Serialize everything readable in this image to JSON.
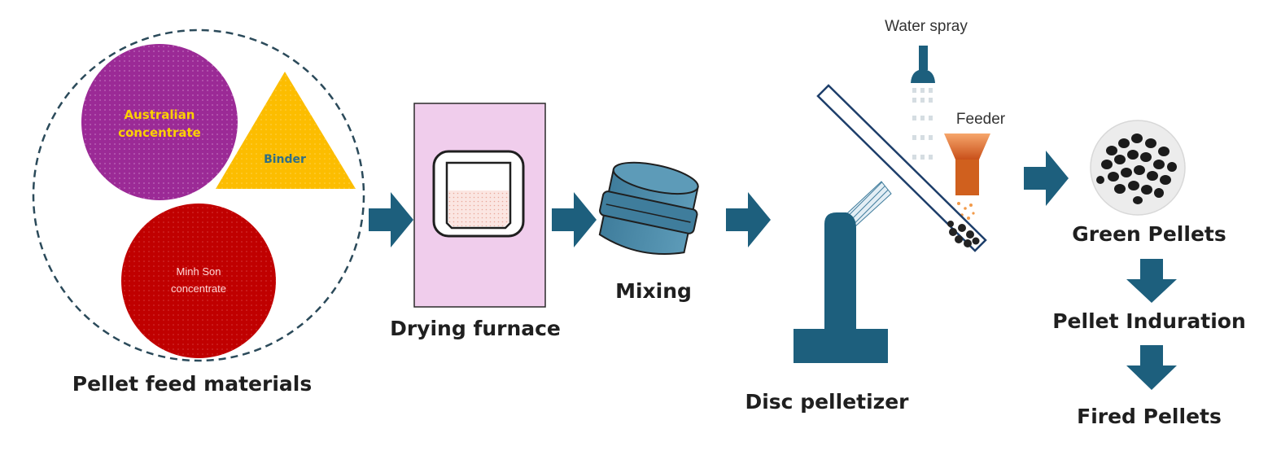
{
  "feed": {
    "australian_line1": "Australian",
    "australian_line2": "concentrate",
    "binder": "Binder",
    "minh_son_line1": "Minh Son",
    "minh_son_line2": "concentrate",
    "caption": "Pellet feed materials"
  },
  "drying": {
    "caption": "Drying furnace"
  },
  "mixing": {
    "caption": "Mixing"
  },
  "pelletizer": {
    "water_spray": "Water spray",
    "feeder": "Feeder",
    "caption": "Disc pelletizer"
  },
  "outputs": {
    "green": "Green Pellets",
    "induration": "Pellet Induration",
    "fired": "Fired Pellets"
  },
  "colors": {
    "purple": "#9b2a96",
    "yellow": "#fcbd00",
    "red": "#c00000",
    "teal_dark": "#1d5f7d",
    "pink": "#f0cdec",
    "orange": "#e06a1f",
    "blue_steel": "#3d7a9a"
  }
}
